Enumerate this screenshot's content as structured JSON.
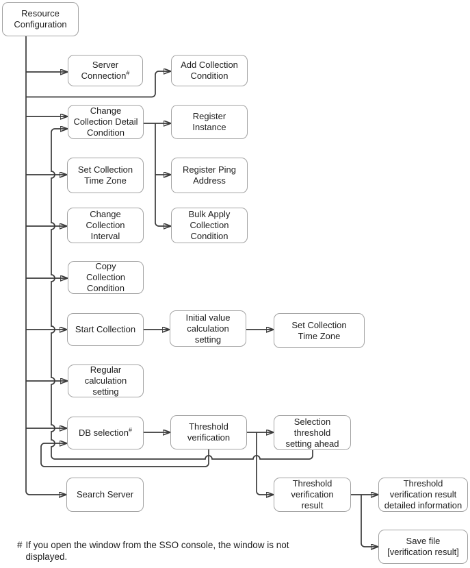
{
  "colors": {
    "connector": "#3a3a3a",
    "box_border": "#a2a2a2",
    "box_fill": "#ffffff",
    "text": "#1d1d1d",
    "background": "#ffffff"
  },
  "nodes": {
    "resource_configuration": {
      "label": "Resource\nConfiguration"
    },
    "server_connection": {
      "label": "Server\nConnection",
      "sup": "#"
    },
    "add_collection_condition": {
      "label": "Add Collection\nCondition"
    },
    "change_collection_detail_condition": {
      "label": "Change\nCollection Detail\nCondition"
    },
    "register_instance": {
      "label": "Register\nInstance"
    },
    "set_collection_time_zone": {
      "label": "Set Collection\nTime Zone"
    },
    "register_ping_address": {
      "label": "Register Ping\nAddress"
    },
    "change_collection_interval": {
      "label": "Change\nCollection\nInterval"
    },
    "bulk_apply_collection_condition": {
      "label": "Bulk Apply\nCollection\nCondition"
    },
    "copy_collection_condition": {
      "label": "Copy\nCollection\nCondition"
    },
    "start_collection": {
      "label": "Start Collection"
    },
    "initial_value_calculation_setting": {
      "label": "Initial value\ncalculation\nsetting"
    },
    "set_collection_time_zone_2": {
      "label": "Set Collection\nTime Zone"
    },
    "regular_calculation_setting": {
      "label": "Regular\ncalculation\nsetting"
    },
    "db_selection": {
      "label": "DB selection",
      "sup": "#"
    },
    "threshold_verification": {
      "label": "Threshold\nverification"
    },
    "selection_threshold_setting_ahead": {
      "label": "Selection\nthreshold\nsetting ahead"
    },
    "search_server": {
      "label": "Search Server"
    },
    "threshold_verification_result": {
      "label": "Threshold\nverification\nresult"
    },
    "threshold_verification_result_detailed_information": {
      "label": "Threshold\nverification result\ndetailed information"
    },
    "save_file_verification_result": {
      "label": "Save file\n[verification result]"
    }
  },
  "edges": [
    {
      "from": "resource_configuration",
      "to": "server_connection"
    },
    {
      "from": "resource_configuration",
      "to": "add_collection_condition"
    },
    {
      "from": "resource_configuration",
      "to": "change_collection_detail_condition"
    },
    {
      "from": "resource_configuration",
      "to": "set_collection_time_zone"
    },
    {
      "from": "resource_configuration",
      "to": "change_collection_interval"
    },
    {
      "from": "resource_configuration",
      "to": "copy_collection_condition"
    },
    {
      "from": "resource_configuration",
      "to": "start_collection"
    },
    {
      "from": "resource_configuration",
      "to": "regular_calculation_setting"
    },
    {
      "from": "resource_configuration",
      "to": "db_selection"
    },
    {
      "from": "resource_configuration",
      "to": "search_server"
    },
    {
      "from": "change_collection_detail_condition",
      "to": "register_instance"
    },
    {
      "from": "change_collection_detail_condition",
      "to": "register_ping_address"
    },
    {
      "from": "change_collection_detail_condition",
      "to": "bulk_apply_collection_condition"
    },
    {
      "from": "start_collection",
      "to": "initial_value_calculation_setting"
    },
    {
      "from": "initial_value_calculation_setting",
      "to": "set_collection_time_zone_2"
    },
    {
      "from": "db_selection",
      "to": "threshold_verification"
    },
    {
      "from": "threshold_verification",
      "to": "selection_threshold_setting_ahead"
    },
    {
      "from": "threshold_verification",
      "to": "threshold_verification_result"
    },
    {
      "from": "threshold_verification",
      "to": "db_selection"
    },
    {
      "from": "selection_threshold_setting_ahead",
      "to": "change_collection_detail_condition"
    },
    {
      "from": "threshold_verification_result",
      "to": "threshold_verification_result_detailed_information"
    },
    {
      "from": "threshold_verification_result",
      "to": "save_file_verification_result"
    }
  ],
  "footnote": {
    "marker": "#",
    "text": "If you open the window from the SSO console, the window is not\ndisplayed."
  }
}
